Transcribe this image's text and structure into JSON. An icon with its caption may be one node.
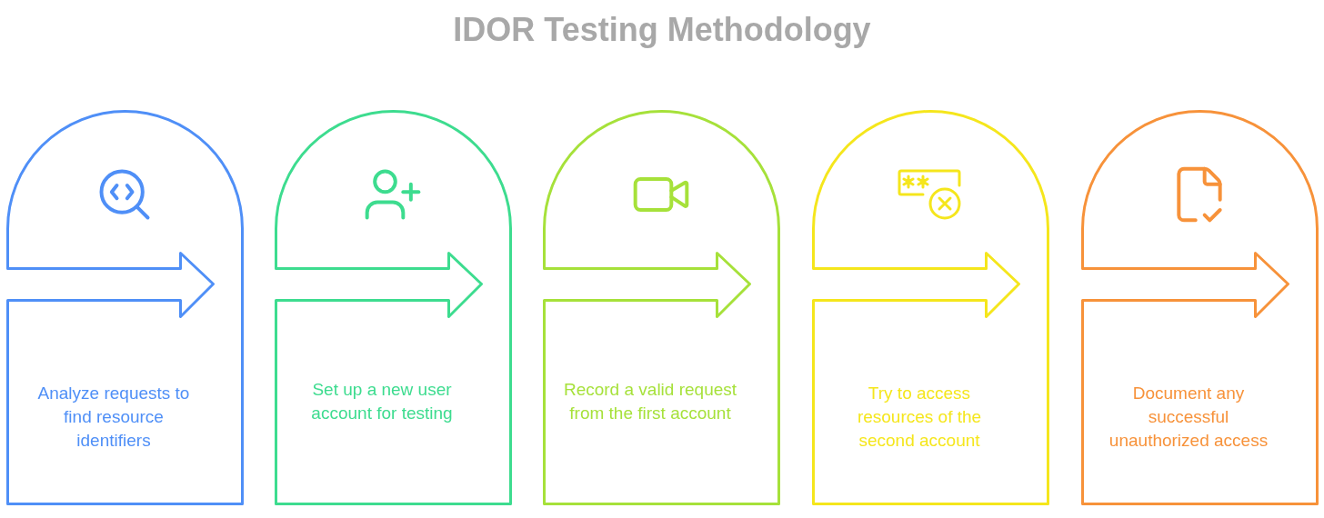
{
  "diagram": {
    "title": "IDOR Testing Methodology",
    "nodes": [
      {
        "text": [
          "Analyze requests to find resource identifiers"
        ]
      },
      {
        "text": [
          "Set up a new user account for testing"
        ]
      },
      {
        "text": [
          "Record a valid request from the first account"
        ]
      },
      {
        "text": [
          "Try to access resources of the second account"
        ]
      },
      {
        "text": [
          "Document any successful unauthorized access"
        ]
      }
    ]
  }
}
